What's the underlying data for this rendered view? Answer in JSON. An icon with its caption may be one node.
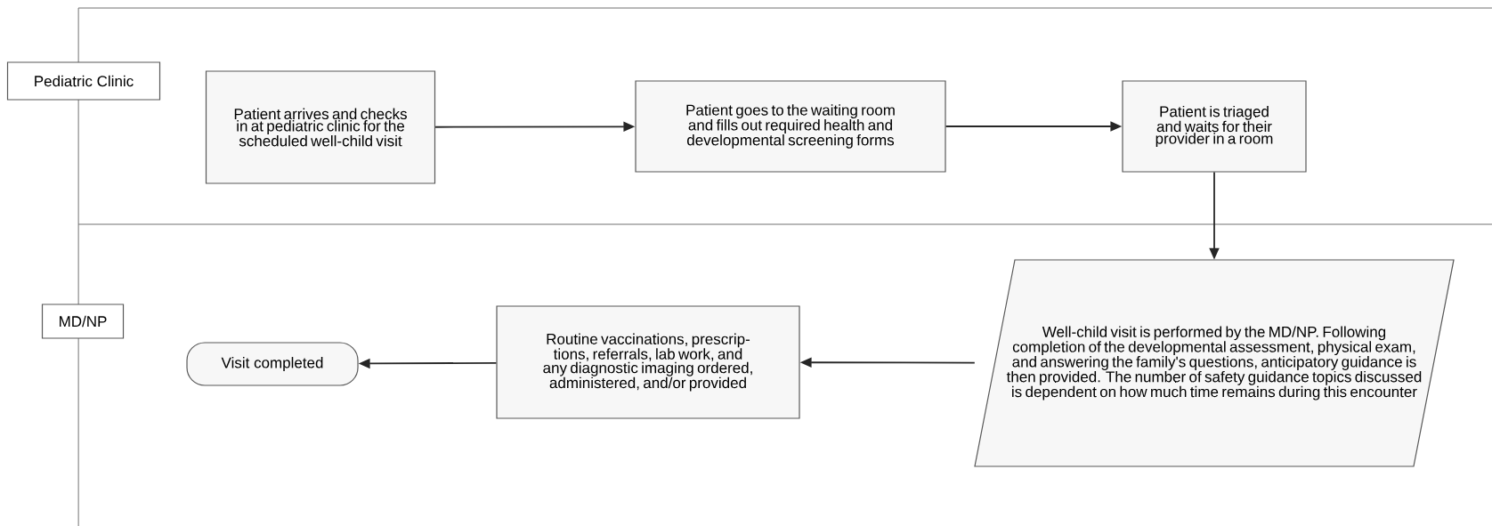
{
  "diagram": {
    "nodes": [
      {
        "text": [
          "Pediatric Clinic"
        ]
      },
      {
        "text": [
          "Patient arrives and checks in at pediatric clinic for the scheduled well-child visit"
        ]
      },
      {
        "text": [
          "Patient goes to the waiting room and fills out required health and developmental screening forms"
        ]
      },
      {
        "text": [
          "Patient is triaged and waits for their provider in a room"
        ]
      },
      {
        "text": [
          "MD/NP"
        ]
      },
      {
        "text": [
          "Well-child visit is performed by the MD/NP. Following completion of the developmental assessment, physical exam, and answering the family's questions, anticipatory guidance is then provided. The number of safety guidance topics discussed is dependent on how much time remains during this encounter"
        ]
      },
      {
        "text": [
          "Routine vaccinations, prescrip- tions, referrals, lab work, and any diagnostic imaging ordered, administered, and/or provided"
        ]
      },
      {
        "text": [
          "Visit completed"
        ]
      }
    ],
    "edges": [
      {
        "from": 1,
        "to": 2,
        "arrow": "to"
      },
      {
        "from": 2,
        "to": 3,
        "arrow": "to"
      },
      {
        "from": 3,
        "to": 5,
        "arrow": "to"
      },
      {
        "from": 5,
        "to": 6,
        "arrow": "to"
      },
      {
        "from": 6,
        "to": 7,
        "arrow": "to"
      }
    ]
  }
}
